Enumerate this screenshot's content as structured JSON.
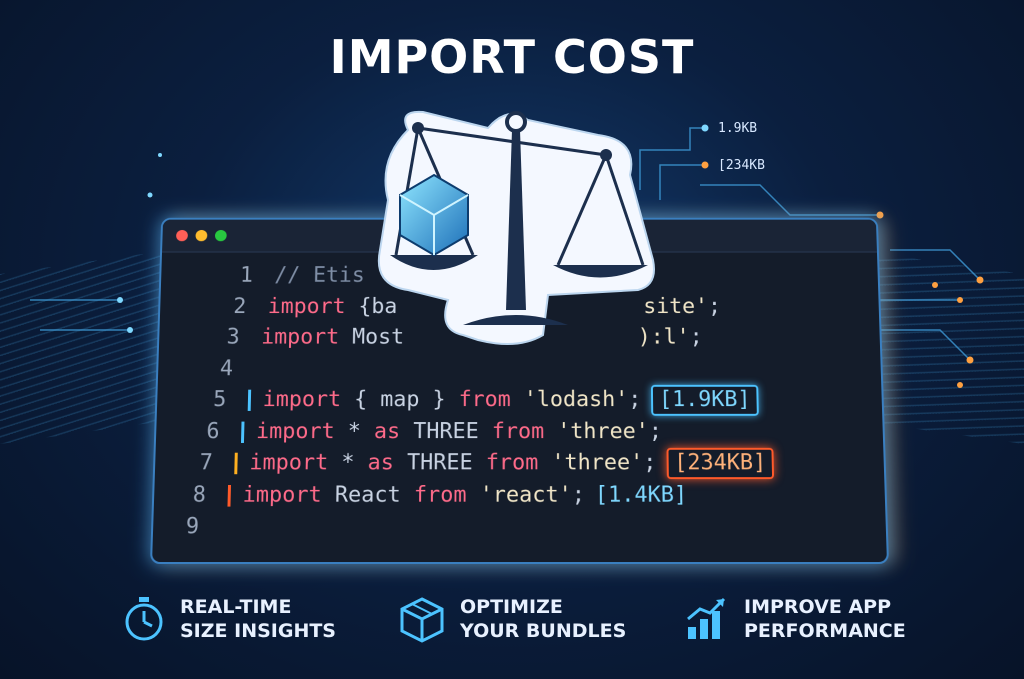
{
  "title": "IMPORT COST",
  "annotations": {
    "top": "1.9KB",
    "second": "[234KB"
  },
  "editor": {
    "lines": [
      {
        "num": "1",
        "parts": [
          {
            "t": "// Etis",
            "c": "cmt"
          }
        ]
      },
      {
        "num": "2",
        "parts": [
          {
            "t": "import ",
            "c": "kw"
          },
          {
            "t": "{ba",
            "c": "plain"
          },
          {
            "t": "                   ",
            "c": "plain"
          },
          {
            "t": "site'",
            "c": "str"
          },
          {
            "t": ";",
            "c": "plain"
          }
        ]
      },
      {
        "num": "3",
        "parts": [
          {
            "t": "import ",
            "c": "kw"
          },
          {
            "t": "Most",
            "c": "plain"
          },
          {
            "t": "                  ",
            "c": "plain"
          },
          {
            "t": "):l'",
            "c": "str"
          },
          {
            "t": ";",
            "c": "plain"
          }
        ]
      },
      {
        "num": "4",
        "parts": []
      },
      {
        "num": "5",
        "marker": "#4cc3ff",
        "parts": [
          {
            "t": "import ",
            "c": "kw"
          },
          {
            "t": "{ map } ",
            "c": "plain"
          },
          {
            "t": "from ",
            "c": "kw"
          },
          {
            "t": "'lodash'",
            "c": "str"
          },
          {
            "t": ";",
            "c": "plain"
          }
        ],
        "badge": {
          "text": "[1.9KB]",
          "style": "blue"
        }
      },
      {
        "num": "6",
        "marker": "#4cc3ff",
        "parts": [
          {
            "t": "import ",
            "c": "kw"
          },
          {
            "t": "* ",
            "c": "plain"
          },
          {
            "t": "as ",
            "c": "kw"
          },
          {
            "t": "THREE ",
            "c": "plain"
          },
          {
            "t": "from ",
            "c": "kw"
          },
          {
            "t": "'three'",
            "c": "str"
          },
          {
            "t": ";",
            "c": "plain"
          }
        ]
      },
      {
        "num": "7",
        "marker": "#ffb020",
        "parts": [
          {
            "t": "import ",
            "c": "kw"
          },
          {
            "t": "* ",
            "c": "plain"
          },
          {
            "t": "as ",
            "c": "kw"
          },
          {
            "t": "THREE ",
            "c": "plain"
          },
          {
            "t": "from ",
            "c": "kw"
          },
          {
            "t": "'three'",
            "c": "str"
          },
          {
            "t": ";",
            "c": "plain"
          }
        ],
        "badge": {
          "text": "[234KB]",
          "style": "orange"
        }
      },
      {
        "num": "8",
        "marker": "#ff5a2a",
        "parts": [
          {
            "t": "import ",
            "c": "kw"
          },
          {
            "t": "React ",
            "c": "plain"
          },
          {
            "t": "from ",
            "c": "kw"
          },
          {
            "t": "'react'",
            "c": "str"
          },
          {
            "t": ";",
            "c": "plain"
          }
        ],
        "badge": {
          "text": "[1.4KB]",
          "style": "plain"
        }
      },
      {
        "num": "9",
        "parts": []
      }
    ]
  },
  "features": [
    {
      "icon": "stopwatch-icon",
      "line1": "REAL-TIME",
      "line2": "SIZE INSIGHTS"
    },
    {
      "icon": "package-box-icon",
      "line1": "OPTIMIZE",
      "line2": "YOUR BUNDLES"
    },
    {
      "icon": "bar-chart-growth-icon",
      "line1": "IMPROVE APP",
      "line2": "PERFORMANCE"
    }
  ],
  "colors": {
    "accent_blue": "#4cc3ff",
    "accent_orange": "#ff5a2a",
    "keyword": "#ff6b8a"
  }
}
